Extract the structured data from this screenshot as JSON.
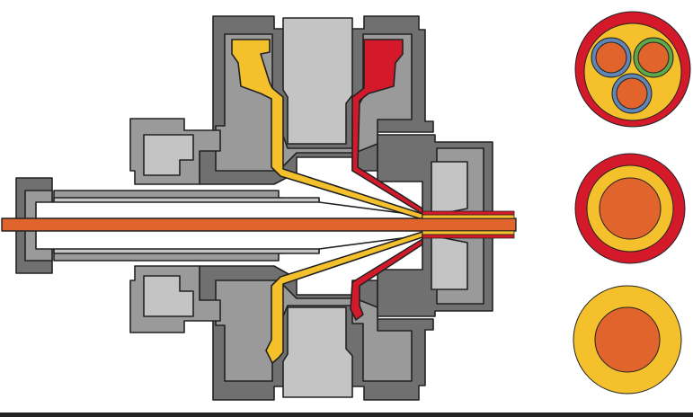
{
  "diagram": {
    "subject": "coextrusion-crosshead-die-cross-section",
    "colors": {
      "outline": "#222222",
      "body_dark": "#707070",
      "body_mid": "#9a9a9a",
      "body_light": "#c4c4c4",
      "bore_white": "#ffffff",
      "conductor": "#e0642b",
      "melt_yellow": "#f4c12c",
      "melt_red": "#d4192a",
      "insulation_blue": "#5f86b5",
      "insulation_green": "#5ea84a",
      "base_line": "#222222"
    },
    "cable_sections": [
      {
        "id": "three-core-cable",
        "layers": [
          "red-jacket",
          "yellow-filler",
          "three-insulated-cores"
        ]
      },
      {
        "id": "two-layer-cable",
        "layers": [
          "red-jacket",
          "yellow-insulation",
          "orange-conductor"
        ]
      },
      {
        "id": "single-layer-cable",
        "layers": [
          "yellow-insulation",
          "orange-conductor"
        ]
      }
    ]
  }
}
